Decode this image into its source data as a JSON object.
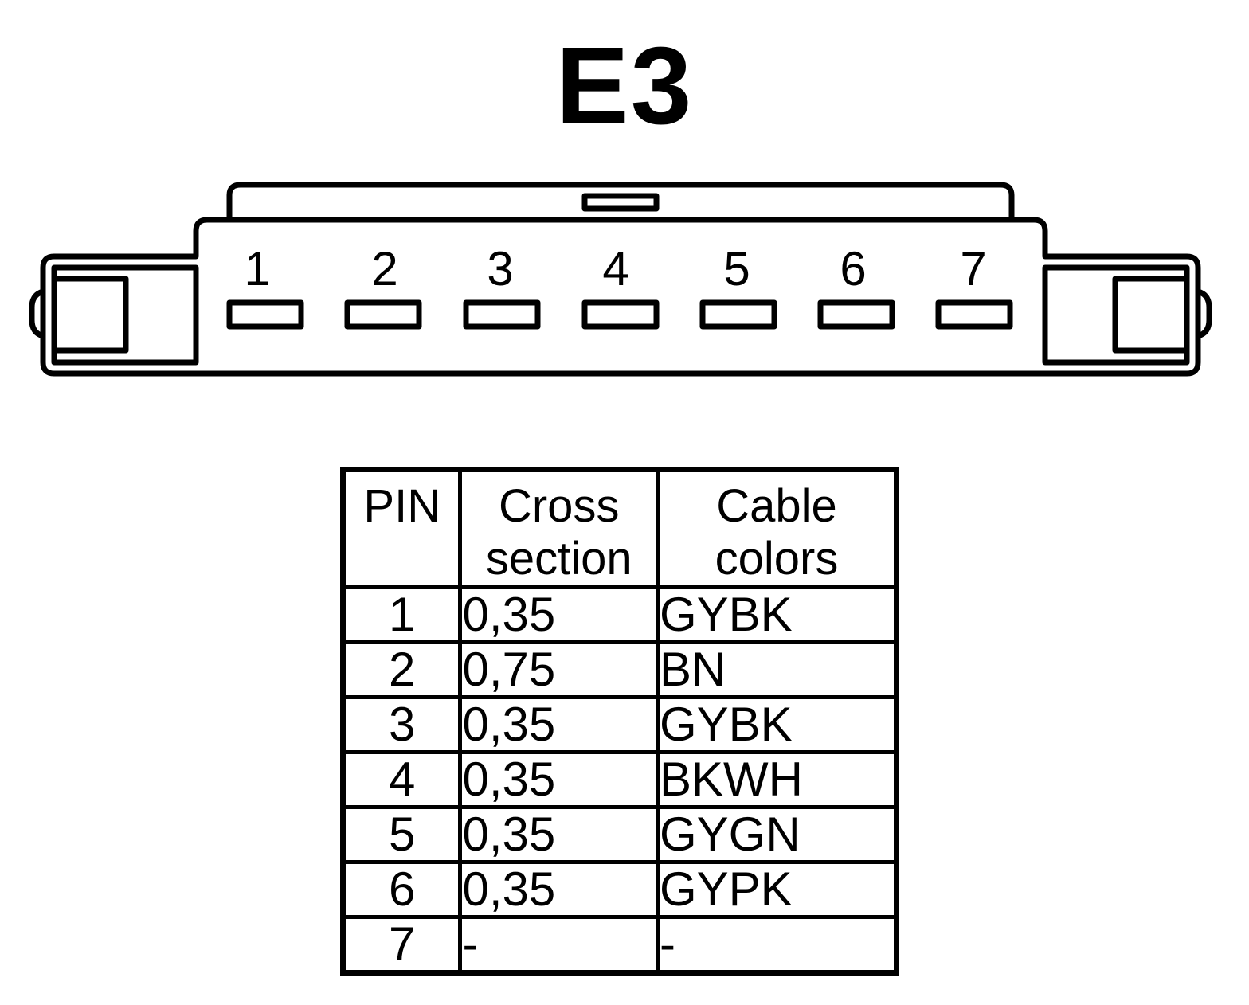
{
  "connector": {
    "name": "E3",
    "pins": [
      "1",
      "2",
      "3",
      "4",
      "5",
      "6",
      "7"
    ]
  },
  "table": {
    "headers": {
      "pin": "PIN",
      "cross_section": [
        "Cross",
        "section"
      ],
      "cable_colors": [
        "Cable",
        "colors"
      ]
    },
    "rows": [
      {
        "pin": "1",
        "cross_section": "0,35",
        "cable_color": "GYBK"
      },
      {
        "pin": "2",
        "cross_section": "0,75",
        "cable_color": "BN"
      },
      {
        "pin": "3",
        "cross_section": "0,35",
        "cable_color": "GYBK"
      },
      {
        "pin": "4",
        "cross_section": "0,35",
        "cable_color": "BKWH"
      },
      {
        "pin": "5",
        "cross_section": "0,35",
        "cable_color": "GYGN"
      },
      {
        "pin": "6",
        "cross_section": "0,35",
        "cable_color": "GYPK"
      },
      {
        "pin": "7",
        "cross_section": "-",
        "cable_color": "-"
      }
    ]
  }
}
